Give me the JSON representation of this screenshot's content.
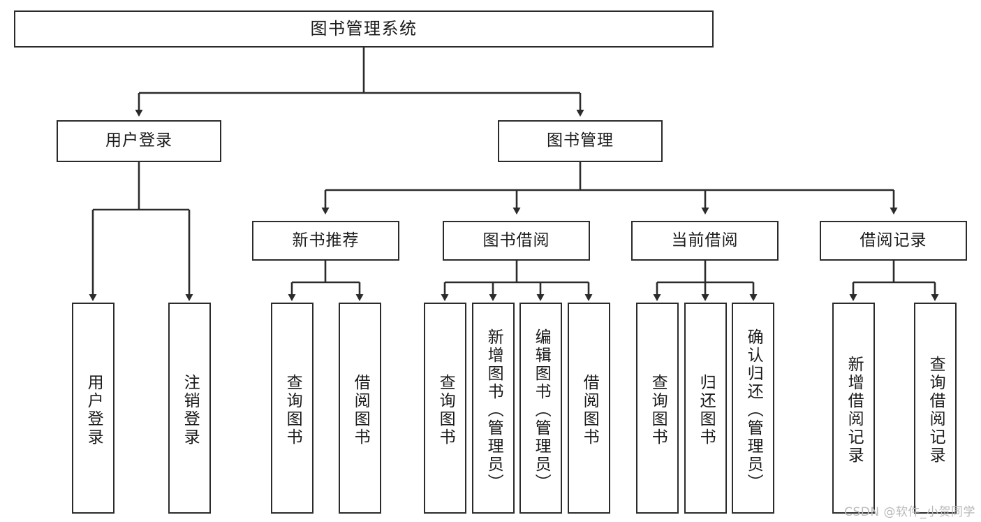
{
  "diagram": {
    "type": "tree-hierarchy-chart",
    "title": "图书管理系统",
    "watermark": "CSDN @软件_小贺同学",
    "colors": {
      "stroke": "#2b2b2b",
      "fill": "#ffffff",
      "text": "#1a1a1a",
      "watermark": "#b9b9b9"
    },
    "nodes": {
      "root": {
        "label": "图书管理系统"
      },
      "level2": [
        {
          "id": "user-login",
          "label": "用户登录"
        },
        {
          "id": "book-manage",
          "label": "图书管理"
        }
      ],
      "level3": [
        {
          "id": "new-book-recommend",
          "label": "新书推荐"
        },
        {
          "id": "book-borrow",
          "label": "图书借阅"
        },
        {
          "id": "current-borrow",
          "label": "当前借阅"
        },
        {
          "id": "borrow-record",
          "label": "借阅记录"
        }
      ],
      "leaves": {
        "user-login": [
          {
            "id": "leaf-user-login",
            "label": "用户登录"
          },
          {
            "id": "leaf-user-logout",
            "label": "注销登录"
          }
        ],
        "new-book-recommend": [
          {
            "id": "leaf-query-book-1",
            "label": "查询图书"
          },
          {
            "id": "leaf-borrow-book-1",
            "label": "借阅图书"
          }
        ],
        "book-borrow": [
          {
            "id": "leaf-query-book-2",
            "label": "查询图书"
          },
          {
            "id": "leaf-add-book",
            "label": "新增图书（管理员）"
          },
          {
            "id": "leaf-edit-book",
            "label": "编辑图书（管理员）"
          },
          {
            "id": "leaf-borrow-book-2",
            "label": "借阅图书"
          }
        ],
        "current-borrow": [
          {
            "id": "leaf-query-book-3",
            "label": "查询图书"
          },
          {
            "id": "leaf-return-book",
            "label": "归还图书"
          },
          {
            "id": "leaf-confirm-return",
            "label": "确认归还（管理员）"
          }
        ],
        "borrow-record": [
          {
            "id": "leaf-add-record",
            "label": "新增借阅记录"
          },
          {
            "id": "leaf-query-record",
            "label": "查询借阅记录"
          }
        ]
      }
    }
  }
}
